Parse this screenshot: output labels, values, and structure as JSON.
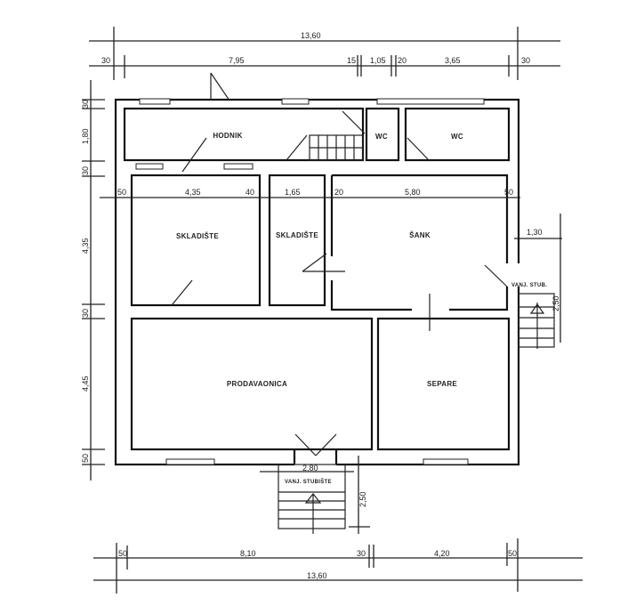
{
  "title": "Floor plan",
  "rooms": {
    "hodnik": "HODNIK",
    "wc1": "WC",
    "wc2": "WC",
    "skladiste1": "SKLADIŠTE",
    "skladiste2": "SKLADIŠTE",
    "sank": "ŠANK",
    "prodavaonica": "PRODAVAONICA",
    "separe": "SEPARE",
    "side_stair": "VANJ. STUB.",
    "front_stair": "VANJ. STUBIŠTE"
  },
  "dimensions": {
    "top_total": "13,60",
    "top": [
      "30",
      "7,95",
      "15",
      "1,05",
      "20",
      "3,65",
      "30"
    ],
    "left": [
      "30",
      "1,80",
      "30",
      "4,35",
      "30",
      "4,45",
      "50"
    ],
    "inner": [
      "50",
      "4,35",
      "40",
      "1,65",
      "20",
      "5,80",
      "50"
    ],
    "side_stair_width": "1,30",
    "side_stair_length": "2,50",
    "front_stair_width": "2,80",
    "front_stair_length": "2,50",
    "bottom": [
      "50",
      "8,10",
      "30",
      "4,20",
      "50"
    ],
    "bottom_total": "13,60"
  }
}
